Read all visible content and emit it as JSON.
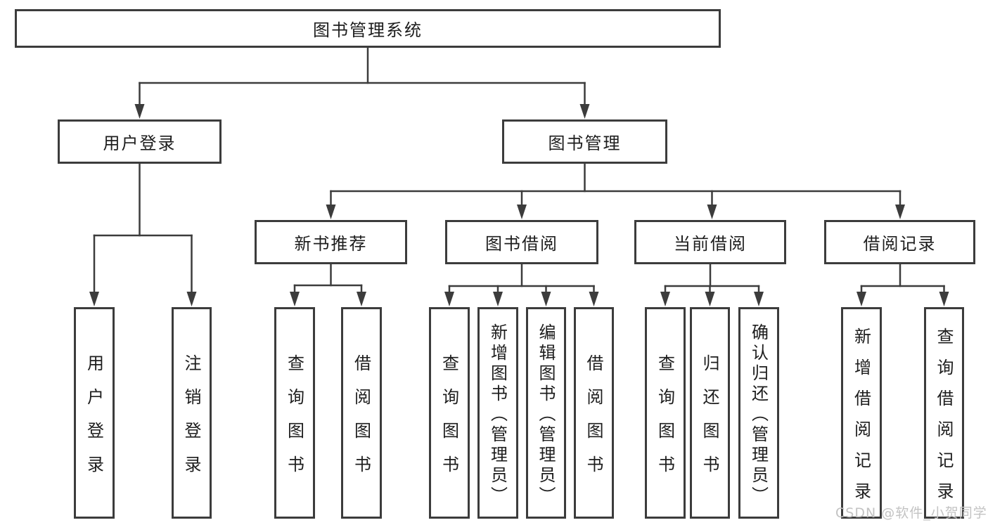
{
  "diagram": {
    "title": "图书管理系统",
    "root": {
      "label": "图书管理系统"
    },
    "level2": {
      "user_login": {
        "label": "用户登录"
      },
      "book_management": {
        "label": "图书管理"
      }
    },
    "level3": {
      "new_book_recommend": {
        "label": "新书推荐"
      },
      "book_borrow": {
        "label": "图书借阅"
      },
      "current_borrow": {
        "label": "当前借阅"
      },
      "borrow_records": {
        "label": "借阅记录"
      }
    },
    "leaves": {
      "user_login": {
        "label": "用户登录",
        "parent": "用户登录"
      },
      "logout": {
        "label": "注销登录",
        "parent": "用户登录"
      },
      "query_books_recommend": {
        "label": "查询图书",
        "parent": "新书推荐"
      },
      "borrow_books_recommend": {
        "label": "借阅图书",
        "parent": "新书推荐"
      },
      "query_books_borrow": {
        "label": "查询图书",
        "parent": "图书借阅"
      },
      "add_books_admin": {
        "label": "新增图书（管理员）",
        "parent": "图书借阅"
      },
      "edit_books_admin": {
        "label": "编辑图书（管理员）",
        "parent": "图书借阅"
      },
      "borrow_books": {
        "label": "借阅图书",
        "parent": "图书借阅"
      },
      "query_books_current": {
        "label": "查询图书",
        "parent": "当前借阅"
      },
      "return_books": {
        "label": "归还图书",
        "parent": "当前借阅"
      },
      "confirm_return_admin": {
        "label": "确认归还（管理员）",
        "parent": "当前借阅"
      },
      "add_borrow_record": {
        "label": "新增借阅记录",
        "parent": "借阅记录"
      },
      "query_borrow_record": {
        "label": "查询借阅记录",
        "parent": "借阅记录"
      }
    }
  },
  "watermark": {
    "text": "CSDN @软件_小贺同学"
  },
  "colors": {
    "line": "#3c3c3c",
    "box_fill": "#ffffff",
    "text": "#1d1d1d",
    "watermark_text": "#c3c3c3",
    "background": "#ffffff"
  }
}
